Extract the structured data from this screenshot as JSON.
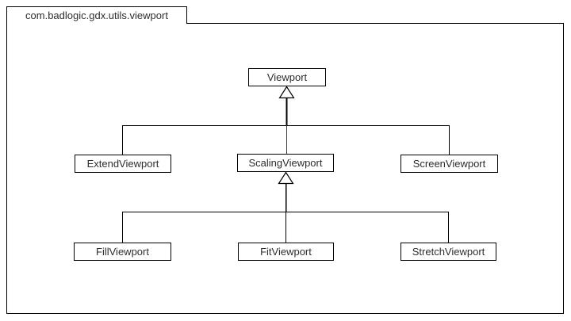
{
  "diagram": {
    "type": "uml-package-class-hierarchy",
    "package": {
      "name": "com.badlogic.gdx.utils.viewport"
    },
    "classes": {
      "viewport": "Viewport",
      "extend": "ExtendViewport",
      "scaling": "ScalingViewport",
      "screen": "ScreenViewport",
      "fill": "FillViewport",
      "fit": "FitViewport",
      "stretch": "StretchViewport"
    },
    "relationships": [
      {
        "child": "ExtendViewport",
        "parent": "Viewport",
        "type": "generalization"
      },
      {
        "child": "ScalingViewport",
        "parent": "Viewport",
        "type": "generalization"
      },
      {
        "child": "ScreenViewport",
        "parent": "Viewport",
        "type": "generalization"
      },
      {
        "child": "FillViewport",
        "parent": "ScalingViewport",
        "type": "generalization"
      },
      {
        "child": "FitViewport",
        "parent": "ScalingViewport",
        "type": "generalization"
      },
      {
        "child": "StretchViewport",
        "parent": "ScalingViewport",
        "type": "generalization"
      }
    ],
    "colors": {
      "line": "#000000",
      "trunk_line": "#3a3a3a",
      "background": "#ffffff",
      "text": "#2d2d2d"
    }
  }
}
